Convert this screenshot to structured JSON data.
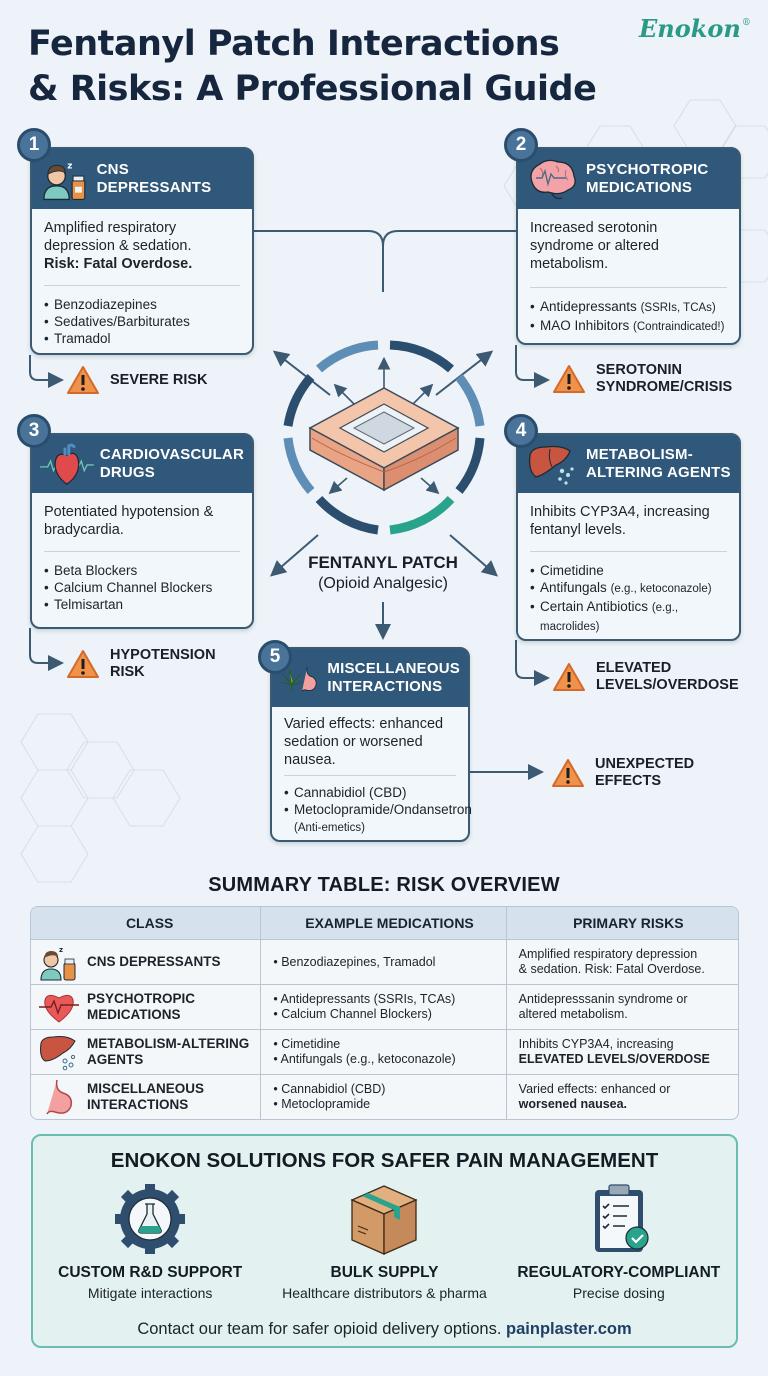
{
  "header": {
    "title_line1": "Fentanyl Patch Interactions",
    "title_line2": "& Risks: A Professional Guide",
    "logo": "Enokon",
    "logo_mark": "®"
  },
  "center": {
    "title": "FENTANYL PATCH",
    "subtitle": "(Opioid Analgesic)",
    "icon": "transdermal-patch-icon"
  },
  "colors": {
    "card_header": "#2f587a",
    "card_border": "#3d5a73",
    "badge": "#4a7399",
    "warning": "#f0924a",
    "accent_teal": "#2a9a85",
    "background": "#edf3f8"
  },
  "cards": [
    {
      "number": "1",
      "title_line1": "CNS DEPRESSANTS",
      "title_line2": "",
      "icon": "sleepy-person-medicine-icon",
      "desc": "Amplified respiratory depression & sedation.",
      "desc_bold": "Risk: Fatal Overdose.",
      "items": [
        {
          "main": "Benzodiazepines",
          "note": ""
        },
        {
          "main": "Sedatives/Barbiturates",
          "note": ""
        },
        {
          "main": "Tramadol",
          "note": ""
        }
      ],
      "risk_line1": "SEVERE RISK",
      "risk_line2": ""
    },
    {
      "number": "2",
      "title_line1": "PSYCHOTROPIC",
      "title_line2": "MEDICATIONS",
      "icon": "brain-icon",
      "desc": "Increased serotonin syndrome or altered metabolism.",
      "desc_bold": "",
      "items": [
        {
          "main": "Antidepressants",
          "note": "(SSRIs, TCAs)"
        },
        {
          "main": "MAO Inhibitors",
          "note": "(Contraindicated!)"
        }
      ],
      "risk_line1": "SEROTONIN",
      "risk_line2": "SYNDROME/CRISIS"
    },
    {
      "number": "3",
      "title_line1": "CARDIOVASCULAR",
      "title_line2": "DRUGS",
      "icon": "heart-icon",
      "desc": "Potentiated hypotension & bradycardia.",
      "desc_bold": "",
      "items": [
        {
          "main": "Beta Blockers",
          "note": ""
        },
        {
          "main": "Calcium Channel Blockers",
          "note": ""
        },
        {
          "main": "Telmisartan",
          "note": ""
        }
      ],
      "risk_line1": "HYPOTENSION",
      "risk_line2": "RISK"
    },
    {
      "number": "4",
      "title_line1": "METABOLISM-",
      "title_line2": "ALTERING AGENTS",
      "icon": "liver-icon",
      "desc": "Inhibits CYP3A4, increasing fentanyl levels.",
      "desc_bold": "",
      "items": [
        {
          "main": "Cimetidine",
          "note": ""
        },
        {
          "main": "Antifungals",
          "note": "(e.g., ketoconazole)"
        },
        {
          "main": "Certain Antibiotics",
          "note": "(e.g., macrolides)"
        }
      ],
      "risk_line1": "ELEVATED",
      "risk_line2": "LEVELS/OVERDOSE"
    },
    {
      "number": "5",
      "title_line1": "MISCELLANEOUS",
      "title_line2": "INTERACTIONS",
      "icon": "cannabis-stomach-icon",
      "desc": "Varied effects: enhanced sedation or worsened nausea.",
      "desc_bold": "",
      "items": [
        {
          "main": "Cannabidiol (CBD)",
          "note": ""
        },
        {
          "main": "Metoclopramide/Ondansetron",
          "note": "(Anti-emetics)"
        }
      ],
      "risk_line1": "UNEXPECTED",
      "risk_line2": "EFFECTS"
    }
  ],
  "summary": {
    "title": "SUMMARY TABLE: RISK OVERVIEW",
    "columns": [
      "CLASS",
      "EXAMPLE MEDICATIONS",
      "PRIMARY RISKS"
    ],
    "rows": [
      {
        "icon": "sleepy-person-medicine-icon",
        "class_line1": "CNS DEPRESSANTS",
        "class_line2": "",
        "meds_line1": "• Benzodiazepines, Tramadol",
        "meds_line2": "",
        "risk_line1": "Amplified respiratory depression",
        "risk_line2": "& sedation. Risk: Fatal Overdose."
      },
      {
        "icon": "heartbeat-icon",
        "class_line1": "PSYCHOTROPIC",
        "class_line2": "MEDICATIONS",
        "meds_line1": "• Antidepressants (SSRIs, TCAs)",
        "meds_line2": "• Calcium Channel Blockers)",
        "risk_line1": "Antidepresssanin syndrome or",
        "risk_line2": "altered metabolism."
      },
      {
        "icon": "liver-icon",
        "class_line1": "METABOLISM-ALTERING",
        "class_line2": "AGENTS",
        "meds_line1": "• Cimetidine",
        "meds_line2": "• Antifungals (e.g., ketoconazole)",
        "risk_line1": "Inhibits CYP3A4, increasing",
        "risk_line2": "ELEVATED LEVELS/OVERDOSE"
      },
      {
        "icon": "stomach-icon",
        "class_line1": "MISCELLANEOUS",
        "class_line2": "INTERACTIONS",
        "meds_line1": "• Cannabidiol (CBD)",
        "meds_line2": "• Metoclopramide",
        "risk_line1": "Varied effects: enhanced or",
        "risk_line2": "worsened nausea."
      }
    ]
  },
  "solutions": {
    "title": "ENOKON SOLUTIONS FOR SAFER PAIN MANAGEMENT",
    "items": [
      {
        "icon": "gear-flask-icon",
        "name": "CUSTOM R&D SUPPORT",
        "sub": "Mitigate interactions"
      },
      {
        "icon": "box-icon",
        "name": "BULK SUPPLY",
        "sub": "Healthcare distributors & pharma"
      },
      {
        "icon": "clipboard-check-icon",
        "name": "REGULATORY-COMPLIANT",
        "sub": "Precise dosing"
      }
    ],
    "contact_text": "Contact our team for safer opioid delivery options.",
    "contact_link": "painplaster.com"
  }
}
